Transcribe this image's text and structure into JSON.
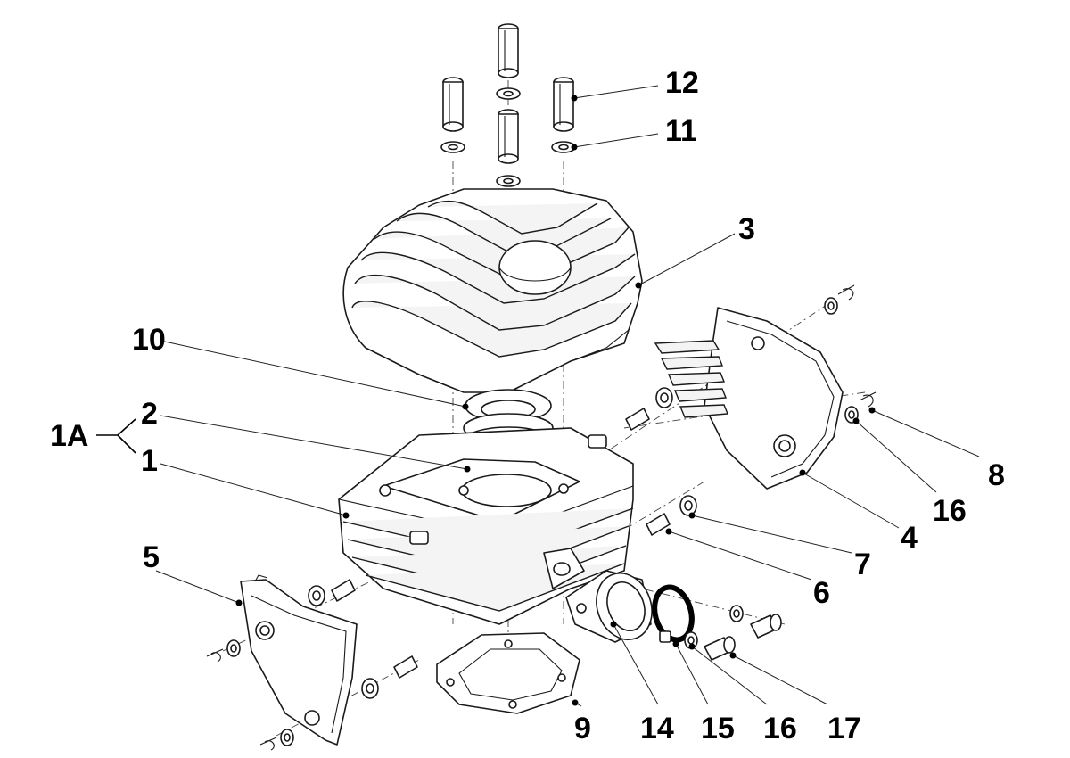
{
  "callouts": {
    "c1A": "1A",
    "c1": "1",
    "c2": "2",
    "c3": "3",
    "c4": "4",
    "c5": "5",
    "c6": "6",
    "c7": "7",
    "c8": "8",
    "c9": "9",
    "c10": "10",
    "c11": "11",
    "c12": "12",
    "c14": "14",
    "c15": "15",
    "c16a": "16",
    "c16b": "16",
    "c17": "17"
  }
}
